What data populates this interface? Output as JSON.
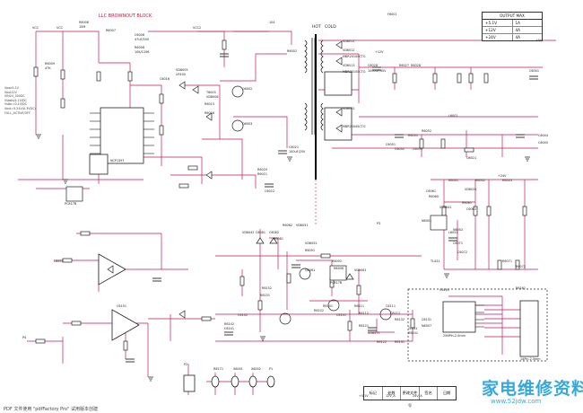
{
  "titles": {
    "llc_block": "LLC BROWNOUT BLOCK",
    "hot": "HOT",
    "cold": "COLD"
  },
  "output_table": {
    "header": "OUTPUT MAX",
    "rows": [
      {
        "rail": "+5.1V",
        "current": "1A"
      },
      {
        "rail": "+12V",
        "current": "4A"
      },
      {
        "rail": "+24V",
        "current": "4A"
      }
    ]
  },
  "ic_labels": {
    "ncp1397": "NCP1397",
    "pc817b_a": "PC817B",
    "pc817b_b": "PC817B",
    "tl431": "TL431",
    "conn": "14Pin-2.0mm",
    "conn2": "2X6Pin-2.0mm"
  },
  "part_labels": [
    "VCC",
    "VCC2",
    "VCC",
    "R6006",
    "10M",
    "R6007",
    "C6006",
    "47uF/50V",
    "R6008",
    "10K/1206",
    "R6009",
    "47K",
    "VD6005",
    "UF400",
    "C6016",
    "104",
    "R6002",
    "T6003",
    "VD6006",
    "Q6002",
    "Q6003",
    "R6015",
    "R6016",
    "C6021",
    "100uF/25V",
    "R6020",
    "R6021",
    "C6022",
    "VD6011",
    "VD6012",
    "MBR20100CTG",
    "VD6013",
    "MBR20100CTG",
    "C6028",
    "1000uF/35V",
    "R6027",
    "R6028",
    "C6041",
    "L6001",
    "C6044",
    "C6045",
    "VD6021",
    "MBR20045CTG",
    "R6051",
    "R6052",
    "C6051",
    "C6052",
    "C6053",
    "Q6021",
    "R6041",
    "R6042",
    "R6043",
    "C6061",
    "R6060",
    "R6061",
    "C6062",
    "VD6031",
    "L6051",
    "N6002",
    "C6071",
    "C6072",
    "R6071",
    "R6072",
    "N6001",
    "VD6041",
    "VD6042",
    "C6081",
    "C6082",
    "R6081",
    "R6082",
    "VD6051",
    "VD6052",
    "R6091",
    "R6092",
    "N6006",
    "VD6061",
    "Q6061",
    "R6101",
    "R6102",
    "C6101",
    "R6111",
    "R6112",
    "C6111",
    "C6112",
    "R6121",
    "VD6071",
    "R6122",
    "R6131",
    "R6132",
    "C6131",
    "N6007",
    "TL431",
    "R6141",
    "R6142",
    "C6141",
    "C6142",
    "R6151",
    "R6152",
    "L6003",
    "C6151",
    "R6161",
    "C6161",
    "R6171",
    "X6001",
    "X6002",
    "P1",
    "P2",
    "P3",
    "P4",
    "F6001",
    "+5V",
    "+12V",
    "+24V",
    "+5.1V",
    "12V_A",
    "24V_A"
  ],
  "left_notes": [
    "Vpwr5.1V",
    "Vout12V",
    "VIN24_30VDC",
    "Vstdby5.1V/DC",
    "Vstbr=0.1V/DC",
    "Vout=5.24V(0.3VDC)",
    "FULL_ACTIVE/OFF"
  ],
  "title_block": [
    "标记",
    "处数",
    "更改文件号",
    "签名",
    "日期"
  ],
  "watermark": {
    "text": "家电维修资料网",
    "url": "www.52jdw.com"
  },
  "footer": "PDF 文件使用 \"pdfFactory Pro\" 试用版本创建"
}
